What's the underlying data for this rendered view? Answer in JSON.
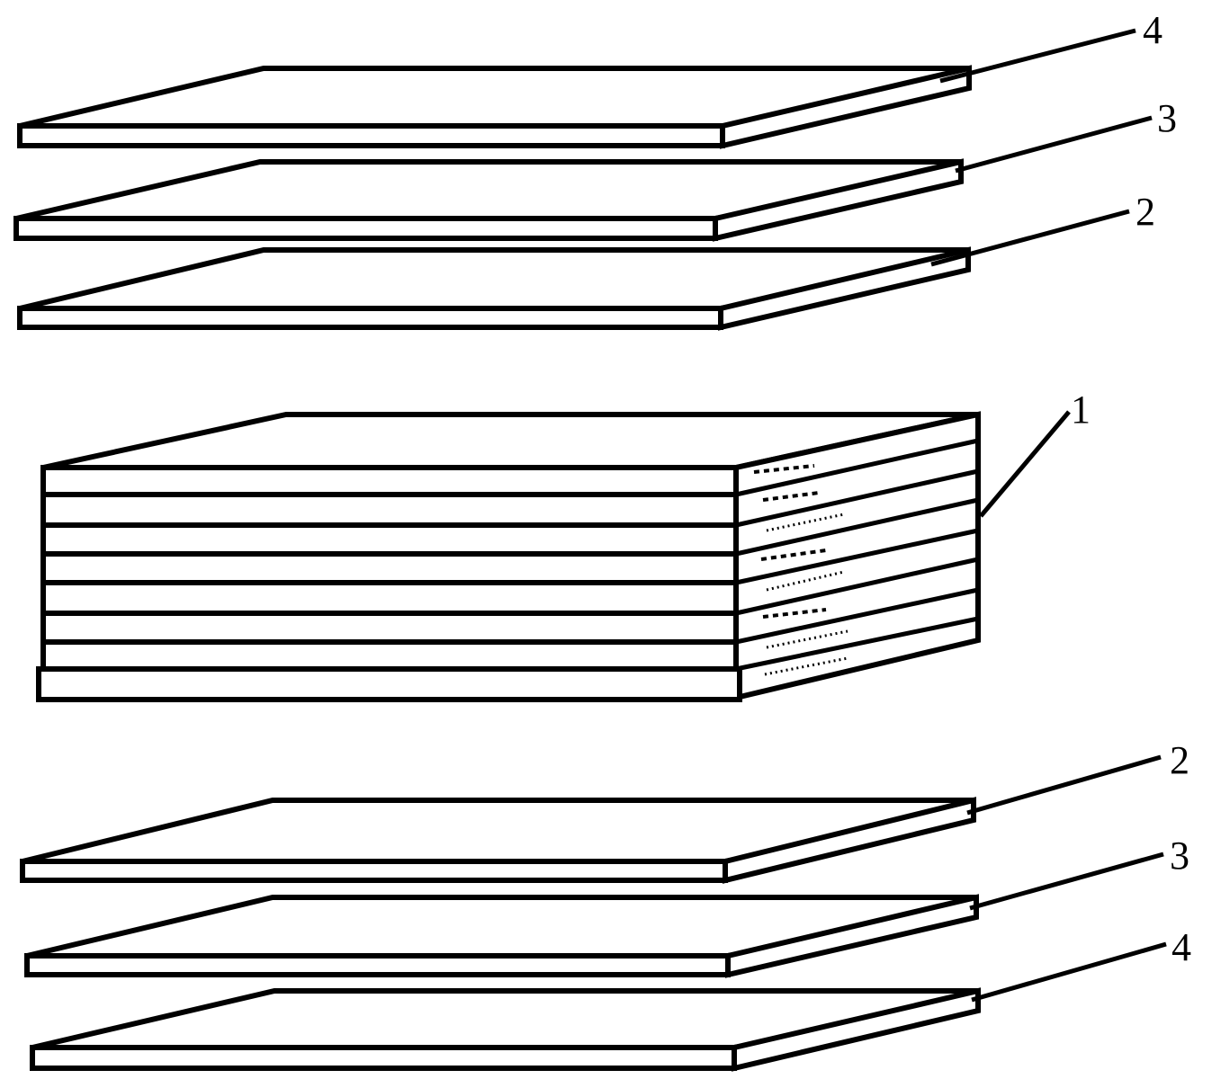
{
  "figure": {
    "labels": {
      "top_4": "4",
      "top_3": "3",
      "top_2": "2",
      "stack_1": "1",
      "bottom_2": "2",
      "bottom_3": "3",
      "bottom_4": "4"
    }
  }
}
